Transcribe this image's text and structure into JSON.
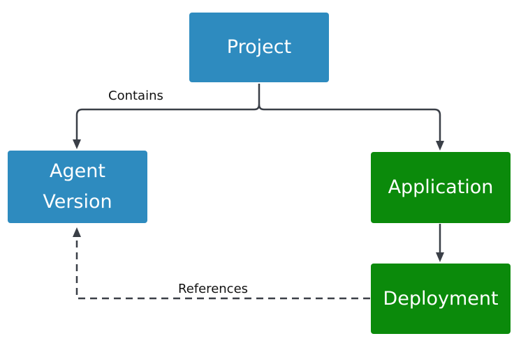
{
  "nodes": {
    "project": {
      "label": "Project",
      "color": "#2e8bbf"
    },
    "agent_version": {
      "line1": "Agent",
      "line2": "Version",
      "color": "#2e8bbf"
    },
    "application": {
      "label": "Application",
      "color": "#0b8a0b"
    },
    "deployment": {
      "label": "Deployment",
      "color": "#0b8a0b"
    }
  },
  "edges": {
    "contains_label": "Contains",
    "references_label": "References",
    "line_color": "#3a3f47"
  }
}
